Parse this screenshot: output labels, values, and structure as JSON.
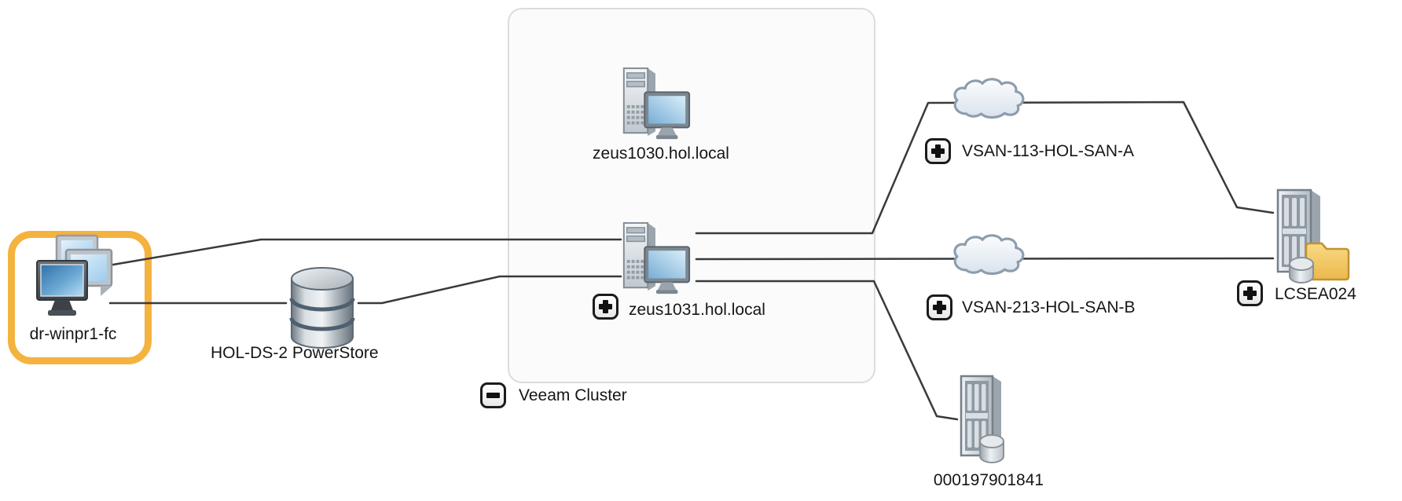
{
  "diagram": {
    "type": "san-topology-map",
    "group": {
      "label": "Veeam Cluster",
      "state": "expanded",
      "members": [
        "zeus1030.hol.local",
        "zeus1031.hol.local"
      ]
    },
    "nodes": [
      {
        "id": "dr-winpr1-fc",
        "label": "dr-winpr1-fc",
        "kind": "host",
        "highlighted": true,
        "expandable": false
      },
      {
        "id": "hol-ds-2-powerstore",
        "label": "HOL-DS-2 PowerStore",
        "kind": "storage",
        "highlighted": false,
        "expandable": false
      },
      {
        "id": "zeus1030",
        "label": "zeus1030.hol.local",
        "kind": "server",
        "highlighted": false,
        "expandable": false
      },
      {
        "id": "zeus1031",
        "label": "zeus1031.hol.local",
        "kind": "server",
        "highlighted": false,
        "expandable": true
      },
      {
        "id": "vsan-113",
        "label": "VSAN-113-HOL-SAN-A",
        "kind": "fabric-cloud",
        "highlighted": false,
        "expandable": true
      },
      {
        "id": "vsan-213",
        "label": "VSAN-213-HOL-SAN-B",
        "kind": "fabric-cloud",
        "highlighted": false,
        "expandable": true
      },
      {
        "id": "lcsea024",
        "label": "LCSEA024",
        "kind": "storage-array",
        "highlighted": false,
        "expandable": true
      },
      {
        "id": "000197901841",
        "label": "000197901841",
        "kind": "storage-array",
        "highlighted": false,
        "expandable": false
      }
    ],
    "edges": [
      {
        "from": "dr-winpr1-fc",
        "to": "zeus1031.hol.local"
      },
      {
        "from": "dr-winpr1-fc",
        "to": "HOL-DS-2 PowerStore"
      },
      {
        "from": "HOL-DS-2 PowerStore",
        "to": "zeus1031.hol.local"
      },
      {
        "from": "zeus1031.hol.local",
        "to": "VSAN-113-HOL-SAN-A"
      },
      {
        "from": "VSAN-113-HOL-SAN-A",
        "to": "LCSEA024"
      },
      {
        "from": "zeus1031.hol.local",
        "to": "VSAN-213-HOL-SAN-B"
      },
      {
        "from": "VSAN-213-HOL-SAN-B",
        "to": "LCSEA024"
      },
      {
        "from": "zeus1031.hol.local",
        "to": "000197901841"
      }
    ],
    "icons": {
      "expand": "plus-icon",
      "collapse": "minus-icon",
      "host": "stacked-monitors-icon",
      "server": "tower-with-monitor-icon",
      "storage": "database-cylinder-icon",
      "fabric": "cloud-icon",
      "storage_array": "rack-with-disk-icon"
    },
    "colors": {
      "highlight": "#F4B33F",
      "connector": "#3A3A3A",
      "group_fill": "#FBFBFC",
      "group_border": "#DCDCDC",
      "label": "#161616",
      "folder": "#F2C45C"
    }
  }
}
